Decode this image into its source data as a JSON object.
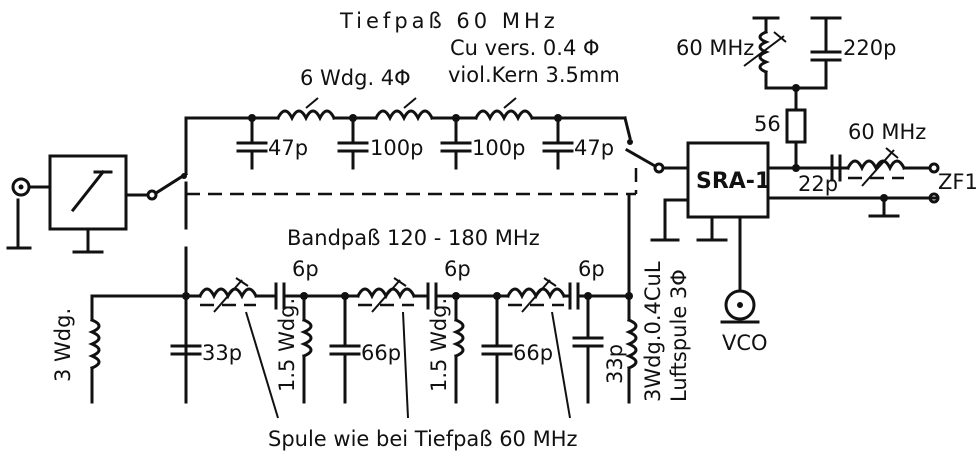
{
  "labels": {
    "tiefpass_title": "Tiefpaß 60 MHz",
    "cu_wire": "Cu vers. 0.4 Φ",
    "kern": "viol.Kern 3.5mm",
    "wdg6": "6 Wdg. 4Φ",
    "c47a": "47p",
    "c100a": "100p",
    "c100b": "100p",
    "c47b": "47p",
    "bandpass_title": "Bandpaß 120 - 180 MHz",
    "w3": "3 Wdg.",
    "c33a": "33p",
    "c6p_a": "6p",
    "w15a": "1.5 Wdg.",
    "c66a": "66p",
    "c6p_b": "6p",
    "w15b": "1.5 Wdg.",
    "c66b": "66p",
    "c6p_c": "6p",
    "c33b": "33p",
    "w3cul": "3Wdg.0.4CuL",
    "luftspule": "Luftspule 3Φ",
    "spule_note": "Spule wie bei Tiefpaß 60 MHz",
    "mixer": "SRA-1",
    "r56": "56",
    "c220": "220p",
    "mhz60_top": "60 MHz",
    "mhz60_if": "60 MHz",
    "c22": "22p",
    "zf1": "ZF1",
    "vco": "VCO"
  }
}
